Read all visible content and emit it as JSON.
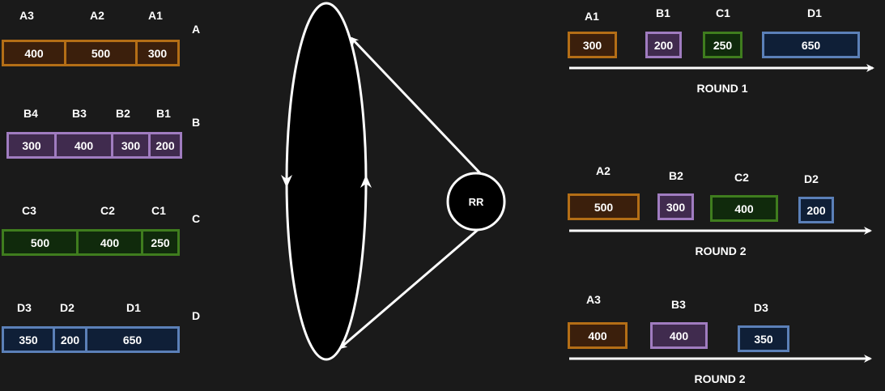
{
  "queues": {
    "A": {
      "name": "A",
      "labels": [
        "A3",
        "A2",
        "A1"
      ],
      "values": [
        "400",
        "500",
        "300"
      ]
    },
    "B": {
      "name": "B",
      "labels": [
        "B4",
        "B3",
        "B2",
        "B1"
      ],
      "values": [
        "300",
        "400",
        "300",
        "200"
      ]
    },
    "C": {
      "name": "C",
      "labels": [
        "C3",
        "C2",
        "C1"
      ],
      "values": [
        "500",
        "400",
        "250"
      ]
    },
    "D": {
      "name": "D",
      "labels": [
        "D3",
        "D2",
        "D1"
      ],
      "values": [
        "350",
        "200",
        "650"
      ]
    }
  },
  "scheduler": {
    "label": "RR"
  },
  "rounds": [
    {
      "title": "ROUND 1",
      "items": [
        {
          "label": "A1",
          "value": "300"
        },
        {
          "label": "B1",
          "value": "200"
        },
        {
          "label": "C1",
          "value": "250"
        },
        {
          "label": "D1",
          "value": "650"
        }
      ]
    },
    {
      "title": "ROUND 2",
      "items": [
        {
          "label": "A2",
          "value": "500"
        },
        {
          "label": "B2",
          "value": "300"
        },
        {
          "label": "C2",
          "value": "400"
        },
        {
          "label": "D2",
          "value": "200"
        }
      ]
    },
    {
      "title": "ROUND 2",
      "items": [
        {
          "label": "A3",
          "value": "400"
        },
        {
          "label": "B3",
          "value": "400"
        },
        {
          "label": "D3",
          "value": "350"
        }
      ]
    }
  ],
  "colors": {
    "queue_a": "#b46e16",
    "queue_b": "#a07cc0",
    "queue_c": "#3f7d1e",
    "queue_d": "#5b80b8",
    "background": "#1a1a1a"
  }
}
